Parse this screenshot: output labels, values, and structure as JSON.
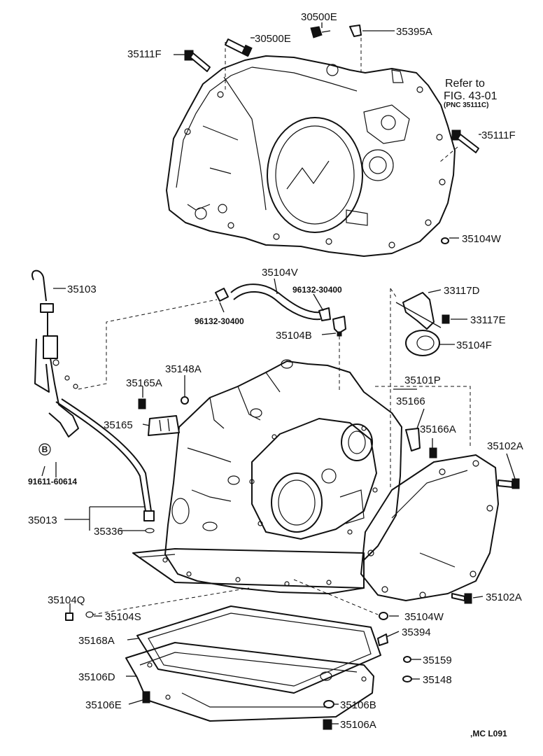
{
  "callouts": {
    "p30500E_top": "30500E",
    "p30500E_mid": "30500E",
    "p35395A": "35395A",
    "p35111F_left": "35111F",
    "p35111F_right": "35111F",
    "p35104W_top": "35104W",
    "p35103": "35103",
    "p35104V": "35104V",
    "p96132_right": "96132-30400",
    "p96132_left": "96132-30400",
    "p35104B": "35104B",
    "p33117D": "33117D",
    "p33117E": "33117E",
    "p35104F": "35104F",
    "p35148A": "35148A",
    "p35165A": "35165A",
    "p35165": "35165",
    "p35101P": "35101P",
    "p35166": "35166",
    "p35166A": "35166A",
    "p35102A_top": "35102A",
    "p91611": "91611-60614",
    "p35013": "35013",
    "p35336": "35336",
    "p35104Q": "35104Q",
    "p35104S": "35104S",
    "p35104W_bottom": "35104W",
    "p35102A_bottom": "35102A",
    "p35394": "35394",
    "p35168A": "35168A",
    "p35159": "35159",
    "p35106D": "35106D",
    "p35148": "35148",
    "p35106E": "35106E",
    "p35106B": "35106B",
    "p35106A": "35106A"
  },
  "reference": {
    "line1": "Refer to",
    "line2": "FIG. 43-01",
    "line3": "(PNC 35111C)"
  },
  "marker": "B",
  "footer": ",MC   L091"
}
